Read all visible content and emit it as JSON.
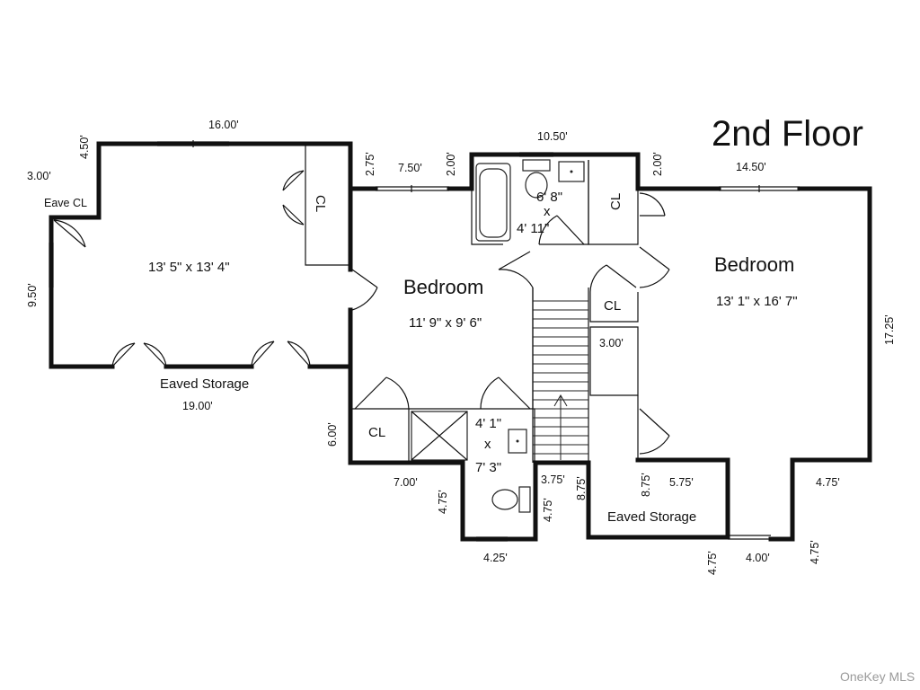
{
  "title": "2nd Floor",
  "rooms": {
    "left_room_size": "13' 5\" x 13' 4\"",
    "bedroom_center_label": "Bedroom",
    "bedroom_center_size": "11' 9\" x 9' 6\"",
    "bedroom_right_label": "Bedroom",
    "bedroom_right_size": "13' 1\" x 16' 7\"",
    "bath_top_dim_a": "6' 8\"",
    "bath_top_x": "x",
    "bath_top_dim_b": "4' 11\"",
    "bath_bottom_dim_a": "4' 1\"",
    "bath_bottom_x": "x",
    "bath_bottom_dim_b": "7' 3\"",
    "eave_cl": "Eave CL",
    "closet_left": "CL",
    "closet_top_right": "CL",
    "closet_mid_right": "CL",
    "closet_bottom_left": "CL",
    "eaved_storage_left": "Eaved Storage",
    "eaved_storage_right": "Eaved Storage",
    "small_closet_dim": "3.00'"
  },
  "dimensions": {
    "d_16_00": "16.00'",
    "d_4_50": "4.50'",
    "d_3_00_left": "3.00'",
    "d_9_50": "9.50'",
    "d_19_00": "19.00'",
    "d_2_75": "2.75'",
    "d_7_50": "7.50'",
    "d_2_00_a": "2.00'",
    "d_10_50": "10.50'",
    "d_2_00_b": "2.00'",
    "d_14_50": "14.50'",
    "d_17_25": "17.25'",
    "d_6_00": "6.00'",
    "d_7_00": "7.00'",
    "d_4_75_a": "4.75'",
    "d_4_25": "4.25'",
    "d_4_75_b": "4.75'",
    "d_3_75": "3.75'",
    "d_8_75_a": "8.75'",
    "d_8_75_b": "8.75'",
    "d_5_75": "5.75'",
    "d_4_75_c": "4.75'",
    "d_4_75_d": "4.75'",
    "d_4_00": "4.00'",
    "d_4_75_e": "4.75'"
  },
  "watermark": "OneKey MLS"
}
